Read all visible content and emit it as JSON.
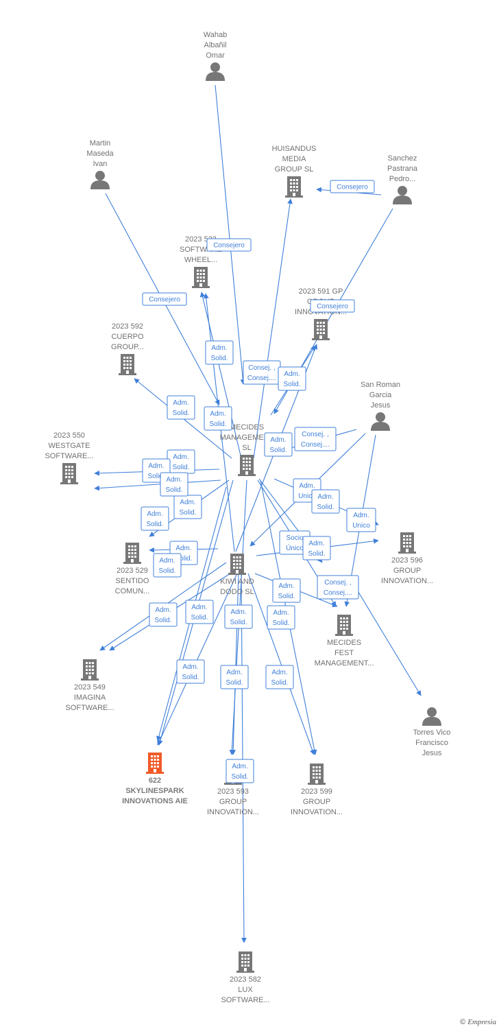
{
  "colors": {
    "edge": "#3f7fd9",
    "company": "#777777",
    "person": "#777777",
    "focus": "#f05a28"
  },
  "nodes": [
    {
      "id": "wahab",
      "kind": "person",
      "label": [
        "Wahab",
        "Albañil",
        "Omar"
      ]
    },
    {
      "id": "martin",
      "kind": "person",
      "label": [
        "Martin",
        "Maseda",
        "Ivan"
      ]
    },
    {
      "id": "huisandus",
      "kind": "company",
      "label": [
        "HUISANDUS",
        "MEDIA",
        "GROUP  SL"
      ]
    },
    {
      "id": "sanchez",
      "kind": "person",
      "label": [
        "Sanchez",
        "Pastrana",
        "Pedro..."
      ]
    },
    {
      "id": "n523",
      "kind": "company",
      "label": [
        "2023 523",
        "SOFTWARE",
        "WHEEL..."
      ]
    },
    {
      "id": "n591",
      "kind": "company",
      "label": [
        "2023 591 GP",
        "GROUP",
        "INNOVATION..."
      ]
    },
    {
      "id": "n592",
      "kind": "company",
      "label": [
        "2023 592",
        "CUERPO",
        "GROUP..."
      ]
    },
    {
      "id": "mecides_mgmt",
      "kind": "company",
      "label": [
        "MECIDES",
        "MANAGEMENT",
        "SL"
      ]
    },
    {
      "id": "sanroman",
      "kind": "person",
      "label": [
        "San Roman",
        "Garcia",
        "Jesus"
      ]
    },
    {
      "id": "n550",
      "kind": "company",
      "label": [
        "2023 550",
        "WESTGATE",
        "SOFTWARE..."
      ]
    },
    {
      "id": "kiwi",
      "kind": "company",
      "label": [
        "KIWI AND",
        "DODO  SL"
      ]
    },
    {
      "id": "n529",
      "kind": "company",
      "label": [
        "2023 529",
        "SENTIDO",
        "COMUN..."
      ]
    },
    {
      "id": "n596",
      "kind": "company",
      "label": [
        "2023 596",
        "GROUP",
        "INNOVATION..."
      ]
    },
    {
      "id": "mecides_fest",
      "kind": "company",
      "label": [
        "MECIDES",
        "FEST",
        "MANAGEMENT..."
      ]
    },
    {
      "id": "n549",
      "kind": "company",
      "label": [
        "2023 549",
        "IMAGINA",
        "SOFTWARE..."
      ]
    },
    {
      "id": "torres",
      "kind": "person",
      "label": [
        "Torres Vico",
        "Francisco",
        "Jesus"
      ]
    },
    {
      "id": "skyline",
      "kind": "focus",
      "label": [
        "622",
        "SKYLINESPARK",
        "INNOVATIONS AIE"
      ]
    },
    {
      "id": "n593",
      "kind": "company",
      "label": [
        "2023 593",
        "GROUP",
        "INNOVATION..."
      ]
    },
    {
      "id": "n599",
      "kind": "company",
      "label": [
        "2023 599",
        "GROUP",
        "INNOVATION..."
      ]
    },
    {
      "id": "n582",
      "kind": "company",
      "label": [
        "2023 582",
        "LUX",
        "SOFTWARE..."
      ]
    }
  ],
  "edge_labels": [
    {
      "id": "e1",
      "lines": [
        "Consejero"
      ]
    },
    {
      "id": "e2",
      "lines": [
        "Consejero"
      ]
    },
    {
      "id": "e3",
      "lines": [
        "Consejero"
      ]
    },
    {
      "id": "e4",
      "lines": [
        "Consejero"
      ]
    },
    {
      "id": "e5",
      "lines": [
        "Adm.",
        "Solid."
      ]
    },
    {
      "id": "e6",
      "lines": [
        "Consej. ,",
        "Consej...."
      ]
    },
    {
      "id": "e7",
      "lines": [
        "Adm.",
        "Solid."
      ]
    },
    {
      "id": "e8",
      "lines": [
        "Adm.",
        "Solid."
      ]
    },
    {
      "id": "e9",
      "lines": [
        "Adm.",
        "Solid."
      ]
    },
    {
      "id": "e10",
      "lines": [
        "Adm.",
        "Solid."
      ]
    },
    {
      "id": "e11",
      "lines": [
        "Consej. ,",
        "Consej...."
      ]
    },
    {
      "id": "e12",
      "lines": [
        "Adm.",
        "Solid."
      ]
    },
    {
      "id": "e13",
      "lines": [
        "Adm.",
        "Solid."
      ]
    },
    {
      "id": "e14",
      "lines": [
        "Adm.",
        "Unico"
      ]
    },
    {
      "id": "e15",
      "lines": [
        "Adm.",
        "Solid."
      ]
    },
    {
      "id": "e16",
      "lines": [
        "Adm.",
        "Solid."
      ]
    },
    {
      "id": "e17",
      "lines": [
        "Adm.",
        "Unico"
      ]
    },
    {
      "id": "e18",
      "lines": [
        "Adm.",
        "Solid."
      ]
    },
    {
      "id": "e19",
      "lines": [
        "Socio",
        "Único"
      ]
    },
    {
      "id": "e20",
      "lines": [
        "Adm.",
        "Solid."
      ]
    },
    {
      "id": "e21",
      "lines": [
        "Adm.",
        "Solid."
      ]
    },
    {
      "id": "e22",
      "lines": [
        "Adm.",
        "Solid."
      ]
    },
    {
      "id": "e23",
      "lines": [
        "Adm.",
        "Solid."
      ]
    },
    {
      "id": "e24",
      "lines": [
        "Consej. ,",
        "Consej...."
      ]
    },
    {
      "id": "e25",
      "lines": [
        "Adm.",
        "Solid."
      ]
    },
    {
      "id": "e26",
      "lines": [
        "Adm.",
        "Solid."
      ]
    },
    {
      "id": "e27",
      "lines": [
        "Adm.",
        "Solid."
      ]
    },
    {
      "id": "e28",
      "lines": [
        "Adm.",
        "Solid."
      ]
    },
    {
      "id": "e29",
      "lines": [
        "Adm.",
        "Solid."
      ]
    },
    {
      "id": "e30",
      "lines": [
        "Adm.",
        "Solid."
      ]
    },
    {
      "id": "e31",
      "lines": [
        "Adm.",
        "Solid."
      ]
    },
    {
      "id": "e32",
      "lines": [
        "Adm.",
        "Solid."
      ]
    },
    {
      "id": "e33",
      "lines": [
        "Adm.",
        "Solid."
      ]
    }
  ],
  "brand": {
    "copyright": "©",
    "name": "Empresia"
  }
}
